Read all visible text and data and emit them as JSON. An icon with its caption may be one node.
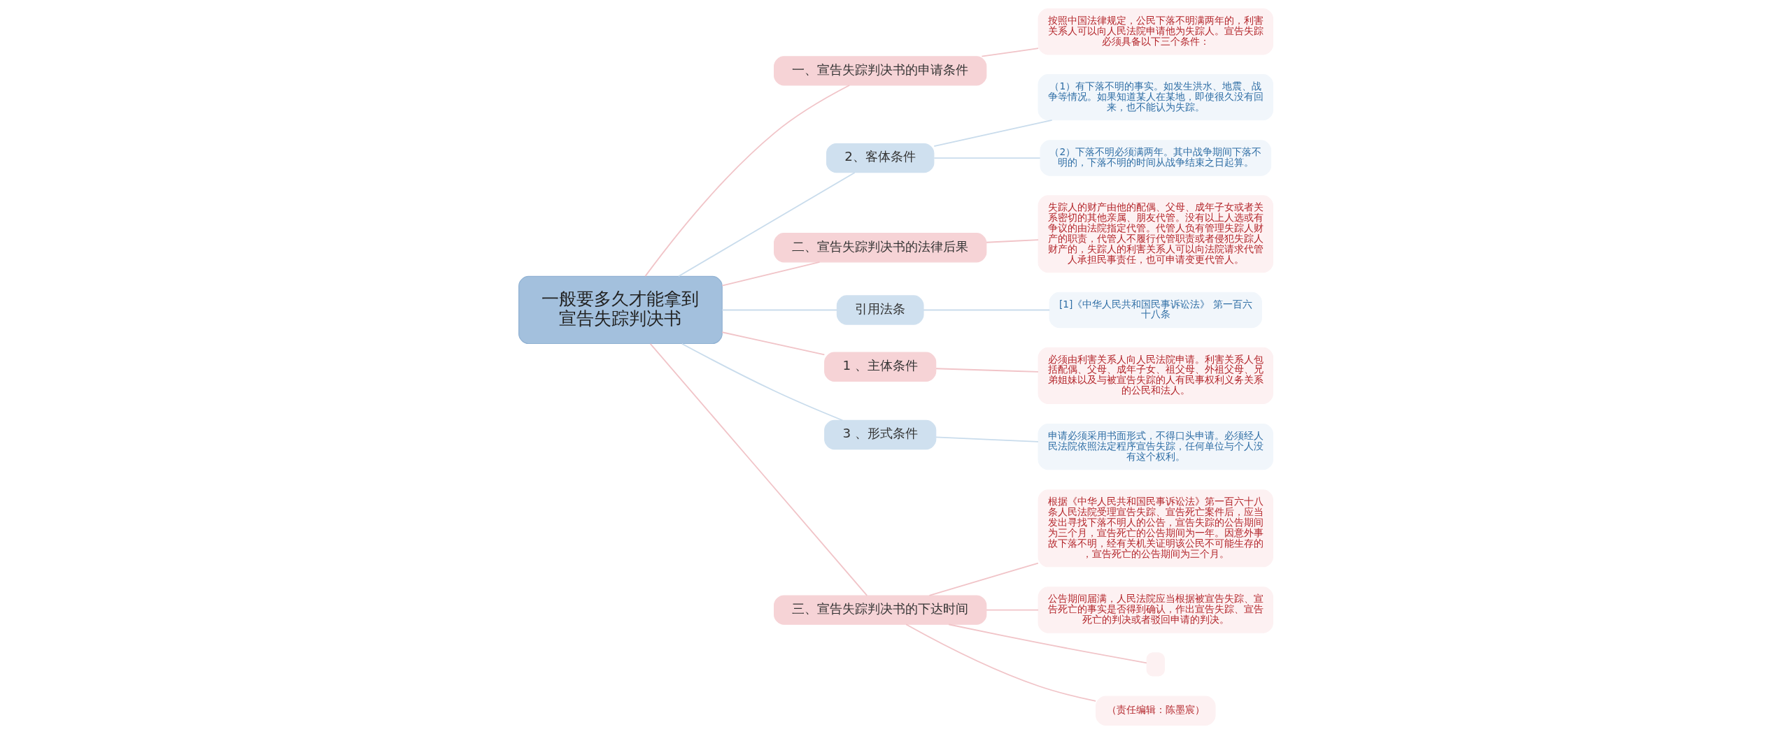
{
  "diagram": {
    "nodes": [
      {
        "text": [
          "一般要多久才能拿到宣告失踪判决书"
        ]
      },
      {
        "text": [
          "一、宣告失踪判决书的申请条件"
        ]
      },
      {
        "text": [
          "按照中国法律规定，公民下落不明满两年的，利害关系人可以向人民法院申请他为失踪人。宣告失踪必须具备以下三个条件："
        ]
      },
      {
        "text": [
          "2、客体条件"
        ]
      },
      {
        "text": [
          "（1）有下落不明的事实。如发生洪水、地震、战争等情况。如果知道某人在某地，即使很久没有回来，也不能认为失踪。"
        ]
      },
      {
        "text": [
          "（2）下落不明必须满两年。其中战争期间下落不明的，下落不明的时间从战争结束之日起算。"
        ]
      },
      {
        "text": [
          "二、宣告失踪判决书的法律后果"
        ]
      },
      {
        "text": [
          "失踪人的财产由他的配偶、父母、成年子女或者关系密切的其他亲属、朋友代管。没有以上人选或有争议的由法院指定代管。代管人负有管理失踪人财产的职责，代管人不履行代管职责或者侵犯失踪人财产的，失踪人的利害关系人可以向法院请求代管人承担民事责任，也可申请变更代管人。"
        ]
      },
      {
        "text": [
          "引用法条"
        ]
      },
      {
        "text": [
          "[1]《中华人民共和国民事诉讼法》 第一百六十八条"
        ]
      },
      {
        "text": [
          "1 、主体条件"
        ]
      },
      {
        "text": [
          "必须由利害关系人向人民法院申请。利害关系人包括配偶、父母、成年子女、祖父母、外祖父母、兄弟姐妹以及与被宣告失踪的人有民事权利义务关系的公民和法人。"
        ]
      },
      {
        "text": [
          "3 、形式条件"
        ]
      },
      {
        "text": [
          "申请必须采用书面形式，不得口头申请。必须经人民法院依照法定程序宣告失踪，任何单位与个人没有这个权利。"
        ]
      },
      {
        "text": [
          "三、宣告失踪判决书的下达时间"
        ]
      },
      {
        "text": [
          "根据《中华人民共和国民事诉讼法》第一百六十八条人民法院受理宣告失踪、宣告死亡案件后，应当发出寻找下落不明人的公告，宣告失踪的公告期间为三个月，宣告死亡的公告期间为一年。因意外事故下落不明，经有关机关证明该公民不可能生存的，宣告死亡的公告期间为三个月。"
        ]
      },
      {
        "text": [
          "公告期间届满，人民法院应当根据被宣告失踪、宣告死亡的事实是否得到确认，作出宣告失踪、宣告死亡的判决或者驳回申请的判决。"
        ]
      },
      {
        "text": [],
        "shape": "box"
      },
      {
        "text": [
          "（责任编辑：陈墨宸）"
        ]
      }
    ],
    "edges": [
      {
        "from": 0,
        "to": 1,
        "arrow": "none"
      },
      {
        "from": 1,
        "to": 2,
        "arrow": "none"
      },
      {
        "from": 0,
        "to": 3,
        "arrow": "none",
        "color": "#c9dcec"
      },
      {
        "from": 3,
        "to": 4,
        "arrow": "none",
        "color": "#c9dcec"
      },
      {
        "from": 3,
        "to": 5,
        "arrow": "none",
        "color": "#c9dcec"
      },
      {
        "from": 0,
        "to": 6,
        "arrow": "none"
      },
      {
        "from": 6,
        "to": 7,
        "arrow": "none"
      },
      {
        "from": 0,
        "to": 8,
        "arrow": "none",
        "color": "#c9dcec"
      },
      {
        "from": 8,
        "to": 9,
        "arrow": "none",
        "color": "#c9dcec"
      },
      {
        "from": 0,
        "to": 10,
        "arrow": "none"
      },
      {
        "from": 10,
        "to": 11,
        "arrow": "none"
      },
      {
        "from": 0,
        "to": 12,
        "arrow": "none",
        "color": "#c9dcec"
      },
      {
        "from": 12,
        "to": 13,
        "arrow": "none",
        "color": "#c9dcec"
      },
      {
        "from": 0,
        "to": 14,
        "arrow": "none"
      },
      {
        "from": 14,
        "to": 15,
        "arrow": "none"
      },
      {
        "from": 14,
        "to": 16,
        "arrow": "none"
      },
      {
        "from": 14,
        "to": 17,
        "arrow": "none"
      },
      {
        "from": 14,
        "to": 18,
        "arrow": "none"
      }
    ]
  }
}
